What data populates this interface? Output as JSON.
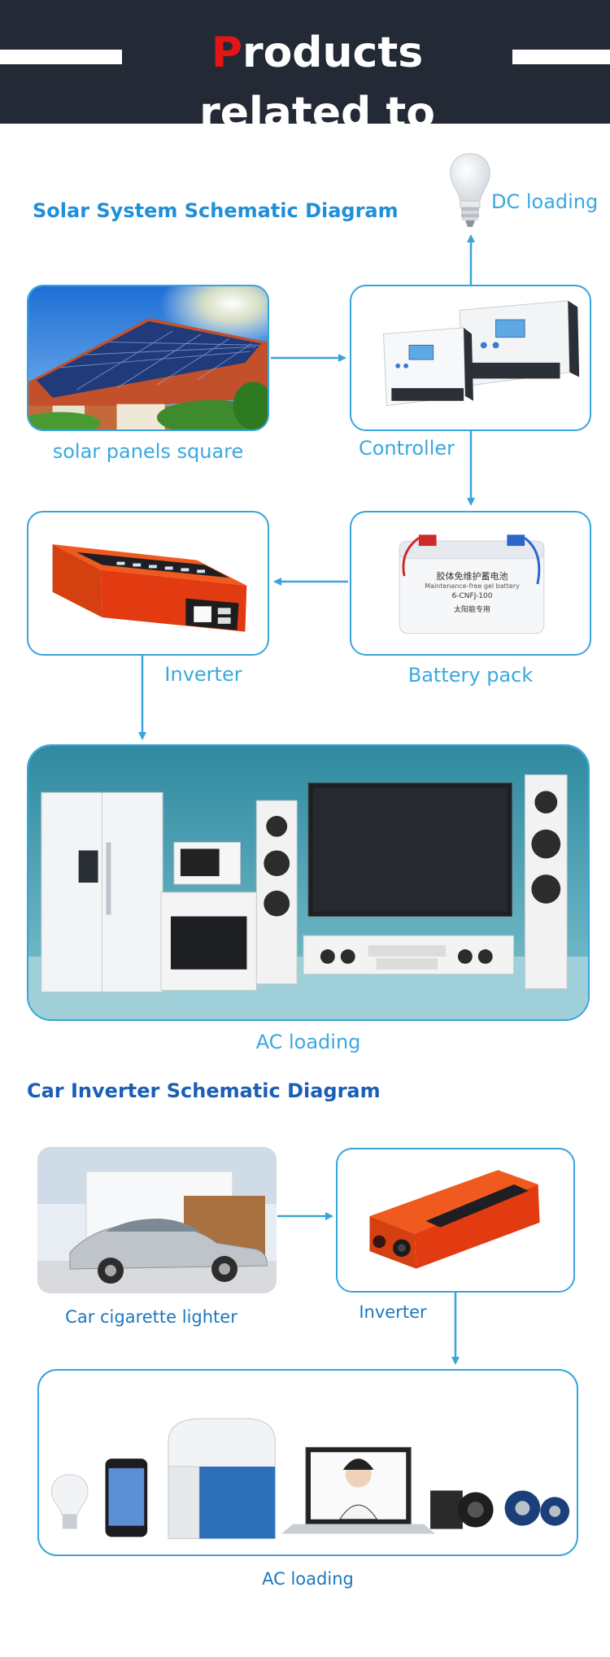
{
  "header": {
    "title_first": "P",
    "title_rest": "roducts related to"
  },
  "solar": {
    "title": "Solar System Schematic Diagram",
    "dc_loading": "DC loading",
    "panels": "solar panels square",
    "controller": "Controller",
    "inverter": "Inverter",
    "battery": "Battery pack",
    "ac_loading": "AC loading",
    "battery_label_cn": "胶体免维护蓄电池",
    "battery_label_en": "Maintenance-free gel battery",
    "battery_model": "6-CNFJ-100",
    "battery_label_cn2": "太阳能专用"
  },
  "car": {
    "title": "Car Inverter Schematic Diagram",
    "lighter": "Car cigarette lighter",
    "inverter": "Inverter",
    "ac_loading": "AC loading"
  },
  "colors": {
    "accent_blue": "#38a4dc",
    "title_blue": "#1f8fd8",
    "title_blue_dark": "#1a5fb4",
    "header_bg": "#242a35",
    "header_red": "#e41515",
    "inverter_red": "#e23b12"
  },
  "icons": {
    "dc_loading": "light-bulb-icon",
    "arrows": "arrow-icon"
  }
}
